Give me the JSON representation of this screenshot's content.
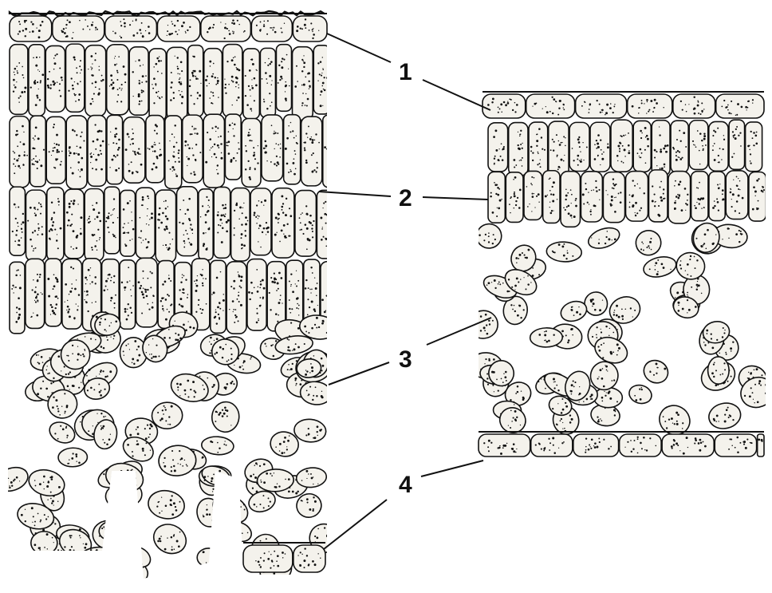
{
  "figure": {
    "callouts": [
      {
        "id": "1",
        "label": "1"
      },
      {
        "id": "2",
        "label": "2"
      },
      {
        "id": "3",
        "label": "3"
      },
      {
        "id": "4",
        "label": "4"
      }
    ],
    "colors": {
      "ink": "#111111",
      "cell_fill": "#f4f2ec",
      "background": "#ffffff"
    }
  }
}
